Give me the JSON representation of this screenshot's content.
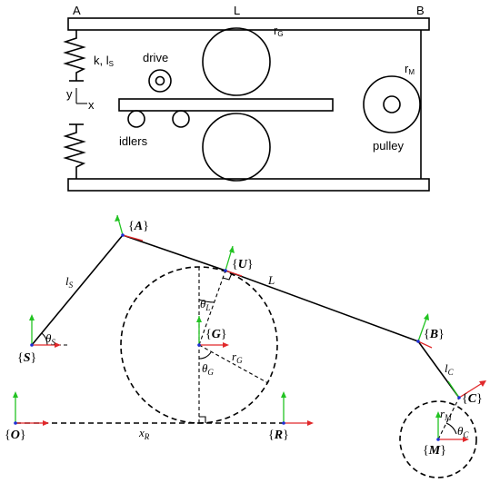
{
  "top_diagram": {
    "label_A": "A",
    "label_L": "L",
    "label_B": "B",
    "spring_label": "k, l",
    "spring_label_sub": "S",
    "axis_y": "y",
    "axis_x": "x",
    "drive_label": "drive",
    "idlers_label": "idlers",
    "rG_label": "r",
    "rG_sub": "G",
    "rM_label": "r",
    "rM_sub": "M",
    "pulley_label": "pulley"
  },
  "bottom_diagram": {
    "frame_A": "A",
    "frame_U": "U",
    "frame_G": "G",
    "frame_S": "S",
    "frame_B": "B",
    "frame_C": "C",
    "frame_O": "O",
    "frame_R": "R",
    "frame_M": "M",
    "len_lS": "l",
    "len_lS_sub": "S",
    "len_L": "L",
    "len_lC": "l",
    "len_lC_sub": "C",
    "len_rG": "r",
    "len_rG_sub": "G",
    "len_rM": "r",
    "len_rM_sub": "M",
    "len_xR": "x",
    "len_xR_sub": "R",
    "ang_thetaS": "θ",
    "ang_thetaS_sub": "S",
    "ang_thetaL": "θ",
    "ang_thetaL_sub": "L",
    "ang_thetaG": "θ",
    "ang_thetaG_sub": "G",
    "ang_thetaC": "θ",
    "ang_thetaC_sub": "C"
  }
}
